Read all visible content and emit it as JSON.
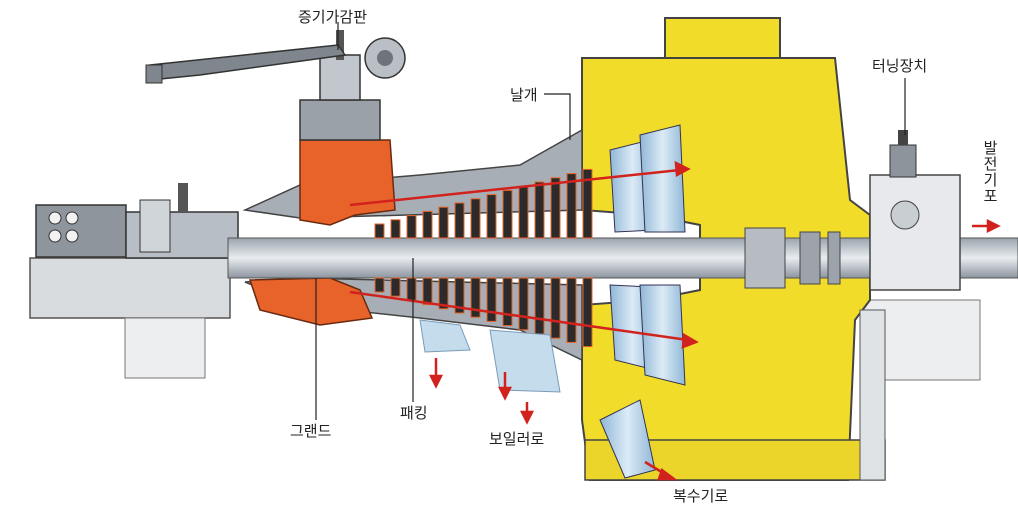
{
  "labels": {
    "steam_valve": "증기가감판",
    "blade": "날개",
    "turning_gear": "터닝장치",
    "generator": "발전기포",
    "gland": "그랜드",
    "packing": "패킹",
    "boiler": "보일러로",
    "condenser": "복수기로"
  },
  "colors": {
    "casing_yellow": "#f2dc2a",
    "steam_orange": "#e8632a",
    "rotor_gray": "#c7ccd3",
    "flow_arrow_red": "#d2221e",
    "pipe_blue": "#c4dcec"
  }
}
